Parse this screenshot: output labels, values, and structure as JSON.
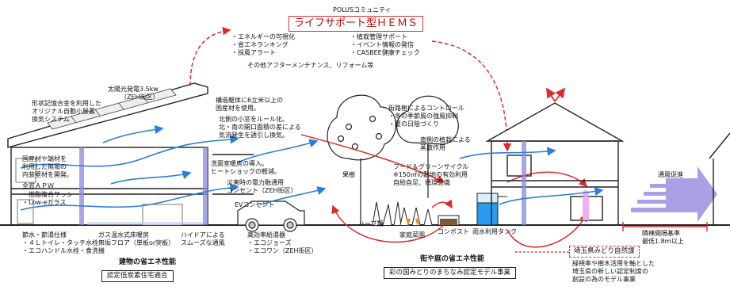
{
  "header": {
    "community": "POLUSコミュニティ",
    "hems_title": "ライフサポート型ＨＥＭＳ",
    "features_left": [
      "・エネルギーの可視化",
      "・省エネランキング",
      "・採風アラート"
    ],
    "features_right": [
      "・植栽管理サポート",
      "・イベント情報の発信",
      "・CASBEE健康チェック"
    ],
    "features_more": "その他アフターメンテナンス、リフォーム等"
  },
  "house_left": {
    "solar": "太陽光発電3.5kw",
    "solar_sub": "（ZEH街区）",
    "shape_memory": [
      "形状記憶合金を利用した",
      "オリジナル自動小屋裏",
      "換気システム"
    ],
    "structure": [
      "構造躯体に6立米以上の",
      "国産材を使用。"
    ],
    "north_window": [
      "北側の小窓をルール化。",
      "北・南の開口面積の差による",
      "気流発生を誘引し換気。"
    ],
    "local_wood": [
      "国産材や端材を",
      "利用した無垢の",
      "内装壁材を開発。"
    ],
    "window_apw": "全窓ＡＰＷ",
    "window_items": [
      "・樹脂複合サッシ",
      "・Low-eガラス"
    ],
    "washroom": [
      "洗面室暖房の導入。",
      "ヒートショックの軽減。"
    ],
    "disaster": [
      "災害時の電力融通用",
      "コンセント（ZEH街区）"
    ],
    "ev": "EVコンセント",
    "water_saving": [
      "節水・節湯仕様",
      "・４Ｌトイレ・タッチ水栓",
      "・エコハンドル水栓・食洗機"
    ],
    "floor_heating": [
      "ガス温水式床暖房",
      "無垢フロア（単板or突板）"
    ],
    "hyde_door": [
      "ハイドアによる",
      "スムーズな通風"
    ],
    "water_heater": [
      "高効率給湯器",
      "・エコジョーズ",
      "・エコワン（ZEH街区）"
    ],
    "caption": "建物の省エネ性能",
    "certificate": "認定低炭素住宅適合"
  },
  "garden": {
    "fruit_tree": "果樹",
    "street_trees": [
      "街路樹によるコントロール",
      "・冬の季節風の強風抑制",
      "・夏の日陰づくり"
    ],
    "south_plants": [
      "南側の植栽による",
      "蒸散作用"
    ],
    "food_green": [
      "フード＆グリーンサイクル",
      "※150㎡の敷地の有効利用",
      "自給自足、循環意識"
    ],
    "herb": "ハーブ類",
    "vegetable": "家庭菜園",
    "compost": "コンポスト",
    "rain_tank": "雨水利用タンク",
    "caption": "街や庭の省エネ性能",
    "certificate": "彩の国みどりのまちなみ認定モデル事業"
  },
  "right": {
    "ventilation": "通風促進",
    "spacing": [
      "隣棟間隔基準",
      "最低1.8ｍ以上"
    ],
    "saitama": "埼玉県みどり自然課",
    "model_note": [
      "緑視率や樹木活用を軸とした",
      "埼玉県の新しい認定制度の",
      "創設の為のモデル事業"
    ]
  },
  "colors": {
    "accent_red": "#dd2a2a",
    "air_blue": "#2c7fd9",
    "ventilation_purple": "#9b8fe0",
    "water_blue": "#2a9cf0"
  }
}
